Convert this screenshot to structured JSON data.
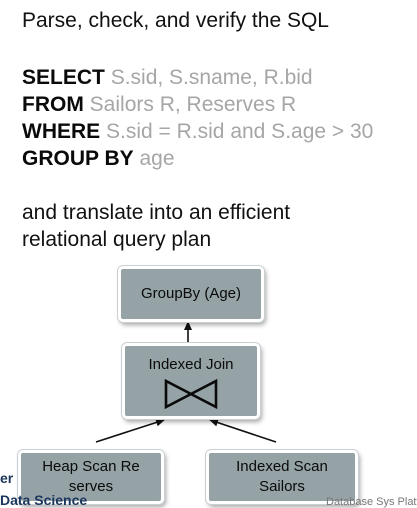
{
  "heading": "Parse, check, and verify the SQL",
  "sql": [
    {
      "keyword": "SELECT",
      "args": "S.sid, S.sname, R.bid"
    },
    {
      "keyword": "FROM",
      "args": "Sailors R, Reserves R"
    },
    {
      "keyword": "WHERE",
      "args": "S.sid = R.sid and S.age > 30"
    },
    {
      "keyword": "GROUP BY",
      "args": "age"
    }
  ],
  "translate": {
    "line1": "and translate into an efficient",
    "line2": "relational query plan"
  },
  "plan": {
    "groupby": "GroupBy (Age)",
    "join": "Indexed Join",
    "heap_line1": "Heap Scan Re",
    "heap_line2": "serves",
    "idx_line1": "Indexed Scan",
    "idx_line2": "Sailors"
  },
  "footer": {
    "left_1": "er",
    "left_2": "Data Science",
    "right": "Database Sys Platf"
  },
  "colors": {
    "node_fill": "#95a3a6",
    "keyword": "#0a0a0a",
    "argument": "#a6a6a6"
  }
}
